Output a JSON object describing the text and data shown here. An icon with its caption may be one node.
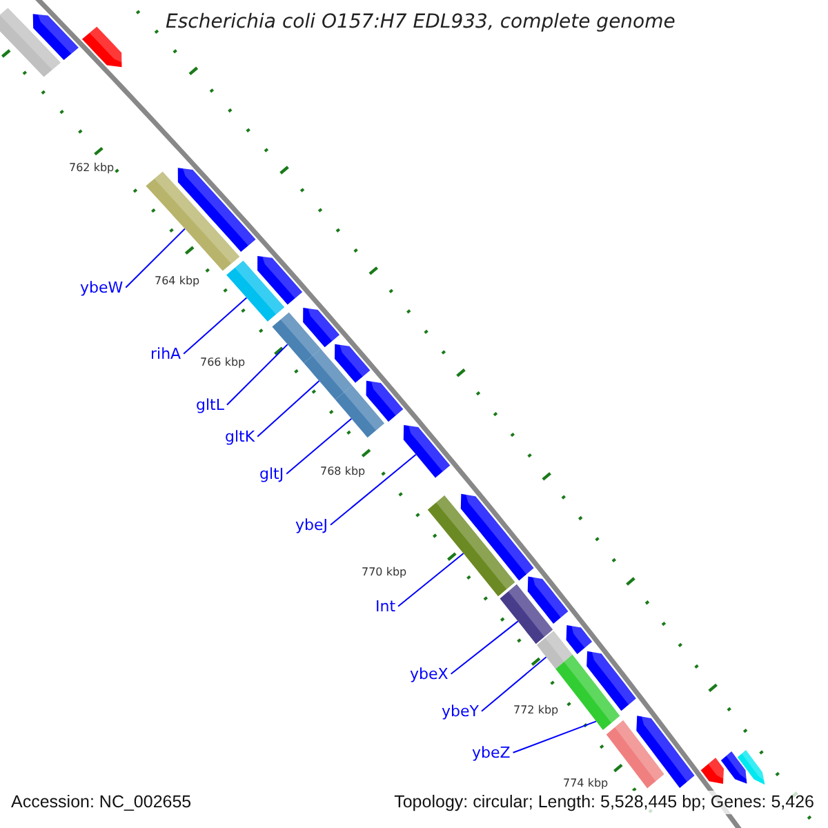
{
  "diagram": {
    "title": "Escherichia coli O157:H7 EDL933, complete genome",
    "nodes": [
      {
        "text": [
          "ybeW"
        ]
      },
      {
        "text": [],
        "shape": "bar"
      },
      {
        "text": [
          "rihA"
        ]
      },
      {
        "text": [],
        "shape": "bar"
      },
      {
        "text": [
          "gltL"
        ]
      },
      {
        "text": [],
        "shape": "bar"
      },
      {
        "text": [
          "gltK"
        ]
      },
      {
        "text": [],
        "shape": "bar"
      },
      {
        "text": [
          "gltJ"
        ]
      },
      {
        "text": [],
        "shape": "bar"
      },
      {
        "text": [
          "ybeJ"
        ]
      },
      {
        "text": [],
        "shape": "arrow"
      },
      {
        "text": [
          "Int"
        ]
      },
      {
        "text": [],
        "shape": "bar"
      },
      {
        "text": [
          "ybeX"
        ]
      },
      {
        "text": [],
        "shape": "bar"
      },
      {
        "text": [
          "ybeY"
        ]
      },
      {
        "text": [],
        "shape": "bar"
      },
      {
        "text": [
          "ybeZ"
        ]
      },
      {
        "text": [],
        "shape": "bar"
      },
      {
        "text": [],
        "shape": "bar"
      },
      {
        "text": [],
        "shape": "arrow"
      },
      {
        "text": [],
        "shape": "arrow"
      },
      {
        "text": [],
        "shape": "arrow"
      },
      {
        "text": [],
        "shape": "arrow"
      },
      {
        "text": [],
        "shape": "arrow"
      },
      {
        "text": [],
        "shape": "arrow"
      },
      {
        "text": [],
        "shape": "arrow"
      },
      {
        "text": [],
        "shape": "arrow"
      },
      {
        "text": [],
        "shape": "arrow"
      },
      {
        "text": [],
        "shape": "arrow"
      },
      {
        "text": [],
        "shape": "arrow"
      },
      {
        "text": [],
        "shape": "bar"
      },
      {
        "text": [],
        "shape": "arrow"
      },
      {
        "text": [],
        "shape": "arrow"
      },
      {
        "text": [],
        "shape": "arrow"
      },
      {
        "text": [],
        "shape": "arrow"
      }
    ],
    "edges": [
      {
        "from": 0,
        "to": 1,
        "arrow": "none"
      },
      {
        "from": 2,
        "to": 3,
        "arrow": "none"
      },
      {
        "from": 4,
        "to": 5,
        "arrow": "none"
      },
      {
        "from": 6,
        "to": 7,
        "arrow": "none"
      },
      {
        "from": 8,
        "to": 9,
        "arrow": "none"
      },
      {
        "from": 10,
        "to": 11,
        "arrow": "none"
      },
      {
        "from": 12,
        "to": 13,
        "arrow": "none"
      },
      {
        "from": 14,
        "to": 15,
        "arrow": "none"
      },
      {
        "from": 16,
        "to": 17,
        "arrow": "none"
      },
      {
        "from": 18,
        "to": 19,
        "arrow": "none"
      }
    ],
    "labels": [
      "762 kbp",
      "764 kbp",
      "766 kbp",
      "768 kbp",
      "770 kbp",
      "772 kbp",
      "774 kbp",
      "Accession: NC_002655",
      "Topology: circular; Length: 5,528,445 bp; Genes: 5,426"
    ]
  }
}
